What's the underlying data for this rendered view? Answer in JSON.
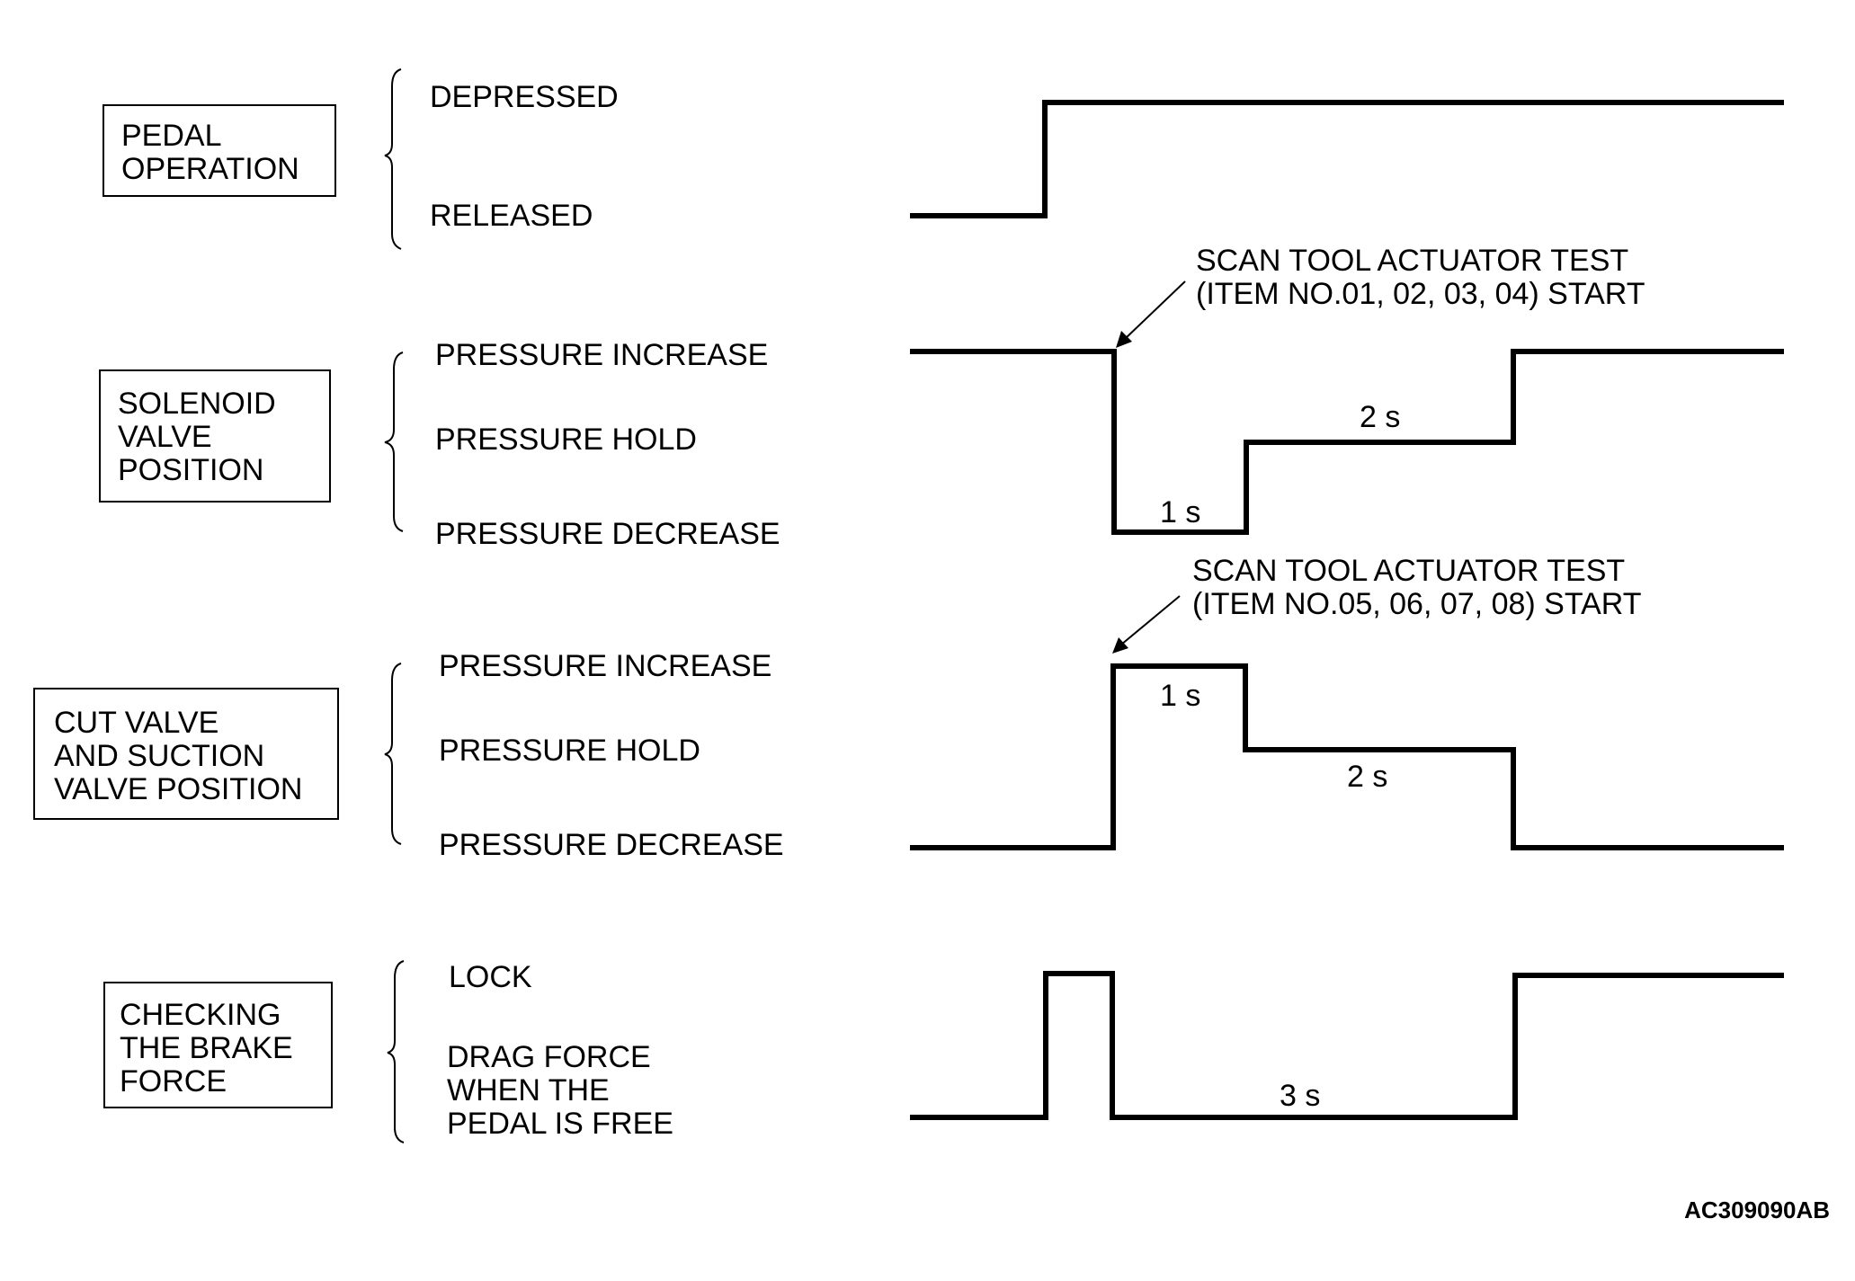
{
  "groups": [
    {
      "box_lines": [
        "PEDAL",
        "OPERATION"
      ],
      "states": [
        "DEPRESSED",
        "RELEASED"
      ]
    },
    {
      "box_lines": [
        "SOLENOID",
        "VALVE",
        "POSITION"
      ],
      "states": [
        "PRESSURE INCREASE",
        "PRESSURE HOLD",
        "PRESSURE DECREASE"
      ]
    },
    {
      "box_lines": [
        "CUT VALVE",
        "AND SUCTION",
        "VALVE POSITION"
      ],
      "states": [
        "PRESSURE INCREASE",
        "PRESSURE HOLD",
        "PRESSURE DECREASE"
      ]
    },
    {
      "box_lines": [
        "CHECKING",
        "THE BRAKE",
        "FORCE"
      ],
      "states": [
        "LOCK",
        "DRAG FORCE",
        "WHEN THE",
        "PEDAL IS FREE"
      ]
    }
  ],
  "annotations": [
    {
      "lines": [
        "SCAN TOOL ACTUATOR TEST",
        "(ITEM NO.01, 02, 03, 04) START"
      ]
    },
    {
      "lines": [
        "SCAN TOOL ACTUATOR TEST",
        "(ITEM NO.05, 06, 07, 08) START"
      ]
    }
  ],
  "durations": {
    "solenoid_decrease": "1 s",
    "solenoid_hold": "2 s",
    "cut_increase": "1 s",
    "cut_hold": "2 s",
    "brake_drag": "3 s"
  },
  "figure_id": "AC309090AB",
  "chart_data": {
    "type": "timing-diagram",
    "time_unit": "s",
    "signals": [
      {
        "levels": [
          "RELEASED",
          "DEPRESSED"
        ],
        "segments": [
          {
            "state": "RELEASED"
          },
          {
            "state": "DEPRESSED"
          }
        ]
      },
      {
        "levels": [
          "PRESSURE DECREASE",
          "PRESSURE HOLD",
          "PRESSURE INCREASE"
        ],
        "segments": [
          {
            "state": "PRESSURE INCREASE"
          },
          {
            "state": "PRESSURE DECREASE",
            "duration_s": 1
          },
          {
            "state": "PRESSURE HOLD",
            "duration_s": 2
          },
          {
            "state": "PRESSURE INCREASE"
          }
        ]
      },
      {
        "levels": [
          "PRESSURE DECREASE",
          "PRESSURE HOLD",
          "PRESSURE INCREASE"
        ],
        "segments": [
          {
            "state": "PRESSURE DECREASE"
          },
          {
            "state": "PRESSURE INCREASE",
            "duration_s": 1
          },
          {
            "state": "PRESSURE HOLD",
            "duration_s": 2
          },
          {
            "state": "PRESSURE DECREASE"
          }
        ]
      },
      {
        "levels": [
          "DRAG FORCE WHEN THE PEDAL IS FREE",
          "LOCK"
        ],
        "segments": [
          {
            "state": "DRAG FORCE WHEN THE PEDAL IS FREE"
          },
          {
            "state": "LOCK"
          },
          {
            "state": "DRAG FORCE WHEN THE PEDAL IS FREE",
            "duration_s": 3
          },
          {
            "state": "LOCK"
          }
        ]
      }
    ]
  }
}
